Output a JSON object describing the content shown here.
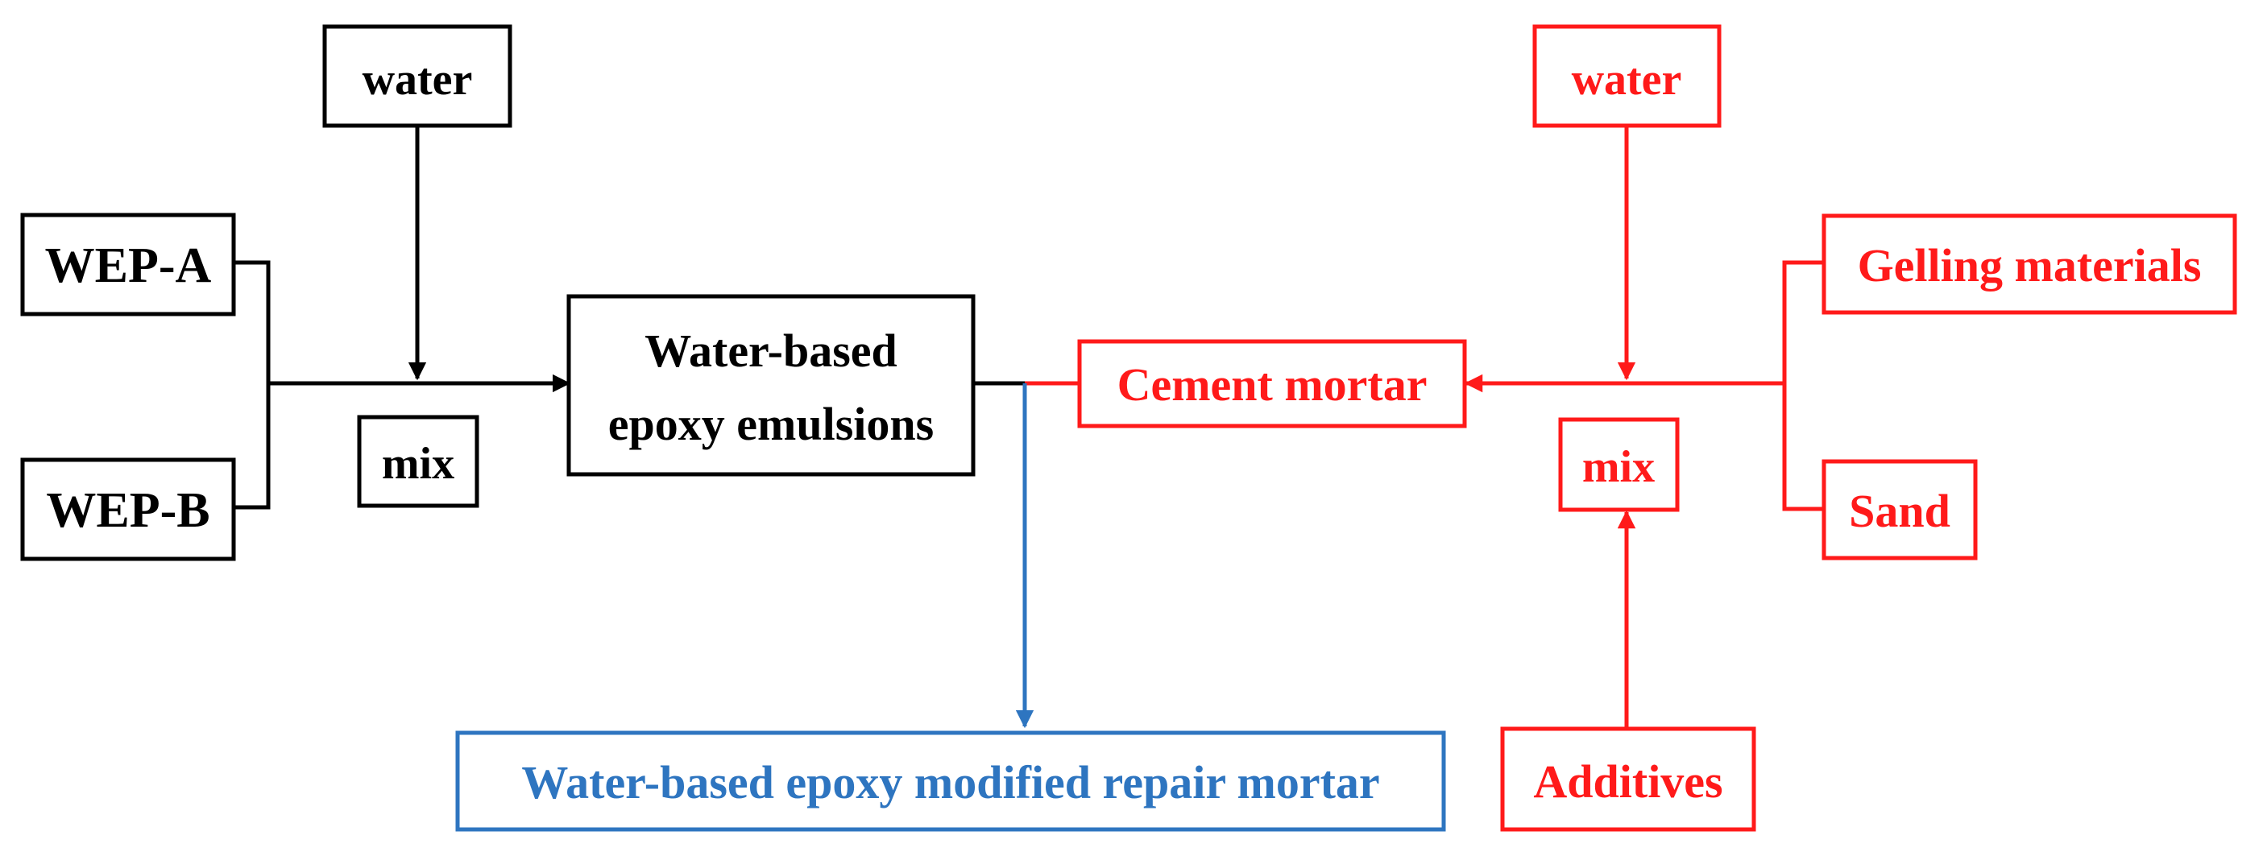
{
  "colors": {
    "black": "#000000",
    "red": "#ff1a1a",
    "blue": "#2e75c0",
    "background": "#ffffff"
  },
  "left": {
    "water": "water",
    "wep_a": "WEP-A",
    "wep_b": "WEP-B",
    "mix": "mix",
    "emulsion_line1": "Water-based",
    "emulsion_line2": "epoxy emulsions"
  },
  "right": {
    "water": "water",
    "gelling": "Gelling materials",
    "sand": "Sand",
    "mix": "mix",
    "additives": "Additives",
    "cement_mortar": "Cement mortar"
  },
  "result": {
    "label": "Water-based epoxy modified repair mortar"
  }
}
